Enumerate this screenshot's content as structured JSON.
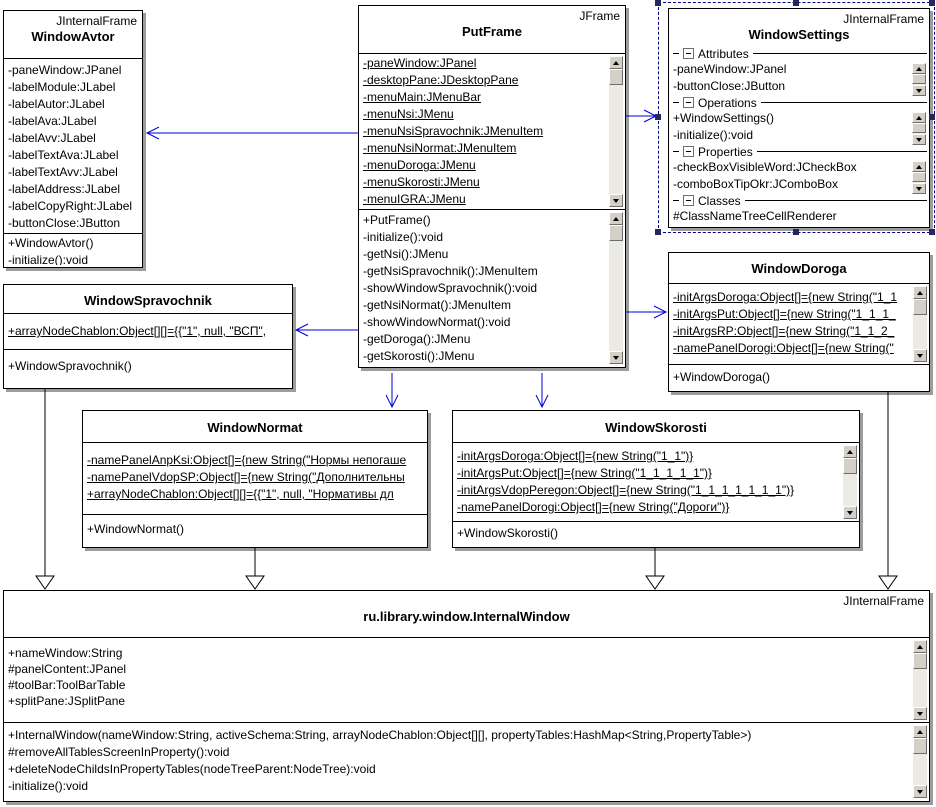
{
  "colors": {
    "association_arrow": "#0000d4",
    "generalization_line": "#000000",
    "selection_border": "#000080",
    "box_shadow": "#9c9c9c"
  },
  "classes": {
    "window_avtor": {
      "stereotype": "JInternalFrame",
      "title": "WindowAvtor",
      "attributes": [
        "-paneWindow:JPanel",
        "-labelModule:JLabel",
        "-labelAutor:JLabel",
        "-labelAva:JLabel",
        "-labelAvv:JLabel",
        "-labelTextAva:JLabel",
        "-labelTextAvv:JLabel",
        "-labelAddress:JLabel",
        "-labelCopyRight:JLabel",
        "-buttonClose:JButton"
      ],
      "operations": [
        "+WindowAvtor()",
        "-initialize():void"
      ]
    },
    "put_frame": {
      "stereotype": "JFrame",
      "title": "PutFrame",
      "attributes": [
        "-paneWindow:JPanel",
        "-desktopPane:JDesktopPane",
        "-menuMain:JMenuBar",
        "-menuNsi:JMenu",
        "-menuNsiSpravochnik:JMenuItem",
        "-menuNsiNormat:JMenuItem",
        "-menuDoroga:JMenu",
        "-menuSkorosti:JMenu",
        "-menuIGRA:JMenu"
      ],
      "operations": [
        "+PutFrame()",
        "-initialize():void",
        "-getNsi():JMenu",
        "-getNsiSpravochnik():JMenuItem",
        "-showWindowSpravochnik():void",
        "-getNsiNormat():JMenuItem",
        "-showWindowNormat():void",
        "-getDoroga():JMenu",
        "-getSkorosti():JMenu"
      ]
    },
    "window_settings": {
      "stereotype": "JInternalFrame",
      "title": "WindowSettings",
      "groups": {
        "attributes": {
          "label": "Attributes",
          "items": [
            "-paneWindow:JPanel",
            "-buttonClose:JButton"
          ]
        },
        "operations": {
          "label": "Operations",
          "items": [
            "+WindowSettings()",
            "-initialize():void"
          ]
        },
        "properties": {
          "label": "Properties",
          "items": [
            "-checkBoxVisibleWord:JCheckBox",
            "-comboBoxTipOkr:JComboBox"
          ]
        },
        "classes": {
          "label": "Classes",
          "items": [
            "#ClassNameTreeCellRenderer"
          ]
        }
      }
    },
    "window_spravochnik": {
      "title": "WindowSpravochnik",
      "attributes": [
        "+arrayNodeChablon:Object[][]={{\"1\", null, \"ВСП\","
      ],
      "operations": [
        "+WindowSpravochnik()"
      ]
    },
    "window_doroga": {
      "title": "WindowDoroga",
      "attributes": [
        "-initArgsDoroga:Object[]={new String(\"1_1",
        "-initArgsPut:Object[]={new String(\"1_1_1_",
        "-initArgsRP:Object[]={new String(\"1_1_2_",
        "-namePanelDorogi:Object[]={new String(\""
      ],
      "operations": [
        "+WindowDoroga()"
      ]
    },
    "window_normat": {
      "title": "WindowNormat",
      "attributes": [
        "-namePanelAnpKsi:Object[]={new String(\"Нормы непогаше",
        "-namePanelVdopSP:Object[]={new String(\"Дополнительны",
        "+arrayNodeChablon:Object[][]={{\"1\", null, \"Нормативы дл"
      ],
      "operations": [
        "+WindowNormat()"
      ]
    },
    "window_skorosti": {
      "title": "WindowSkorosti",
      "attributes": [
        "-initArgsDoroga:Object[]={new String(\"1_1\")}",
        "-initArgsPut:Object[]={new String(\"1_1_1_1_1\")}",
        "-initArgsVdopPeregon:Object[]={new String(\"1_1_1_1_1_1_1\")}",
        "-namePanelDorogi:Object[]={new String(\"Дороги\")}"
      ],
      "operations": [
        "+WindowSkorosti()"
      ]
    },
    "internal_window": {
      "stereotype": "JInternalFrame",
      "title": "ru.library.window.InternalWindow",
      "attributes": [
        "+nameWindow:String",
        "#panelContent:JPanel",
        "#toolBar:ToolBarTable",
        "+splitPane:JSplitPane"
      ],
      "operations": [
        "+InternalWindow(nameWindow:String, activeSchema:String, arrayNodeChablon:Object[][], propertyTables:HashMap<String,PropertyTable>)",
        "#removeAllTablesScreenInProperty():void",
        "+deleteNodeChildsInPropertyTables(nodeTreeParent:NodeTree):void",
        "-initialize():void"
      ]
    }
  },
  "relations": [
    {
      "from": "PutFrame",
      "to": "WindowAvtor",
      "type": "association"
    },
    {
      "from": "PutFrame",
      "to": "WindowSettings",
      "type": "association"
    },
    {
      "from": "PutFrame",
      "to": "WindowSpravochnik",
      "type": "association"
    },
    {
      "from": "PutFrame",
      "to": "WindowDoroga",
      "type": "association"
    },
    {
      "from": "PutFrame",
      "to": "WindowNormat",
      "type": "association"
    },
    {
      "from": "PutFrame",
      "to": "WindowSkorosti",
      "type": "association"
    },
    {
      "from": "WindowSpravochnik",
      "to": "ru.library.window.InternalWindow",
      "type": "generalization"
    },
    {
      "from": "WindowNormat",
      "to": "ru.library.window.InternalWindow",
      "type": "generalization"
    },
    {
      "from": "WindowSkorosti",
      "to": "ru.library.window.InternalWindow",
      "type": "generalization"
    },
    {
      "from": "WindowDoroga",
      "to": "ru.library.window.InternalWindow",
      "type": "generalization"
    }
  ]
}
